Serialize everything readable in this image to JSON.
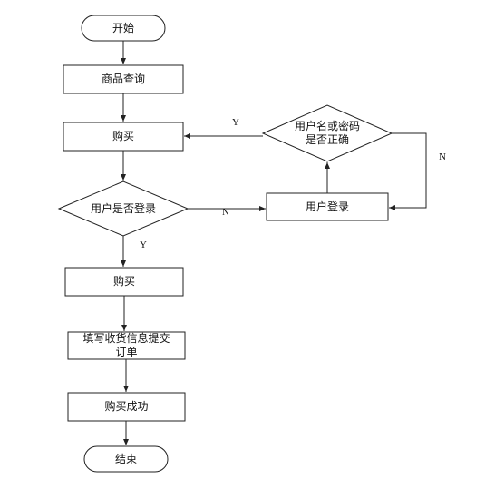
{
  "diagram": {
    "nodes": {
      "start": "开始",
      "query": "商品查询",
      "buy1": "购买",
      "check_login_label": "用户是否登录",
      "check_cred_line1": "用户名或密码",
      "check_cred_line2": "是否正确",
      "login": "用户登录",
      "buy2": "购买",
      "fill_line1": "填写收货信息提交",
      "fill_line2": "订单",
      "success": "购买成功",
      "end": "结束"
    },
    "edge_labels": {
      "cred_yes": "Y",
      "cred_no": "N",
      "login_no": "N",
      "login_yes": "Y"
    }
  }
}
